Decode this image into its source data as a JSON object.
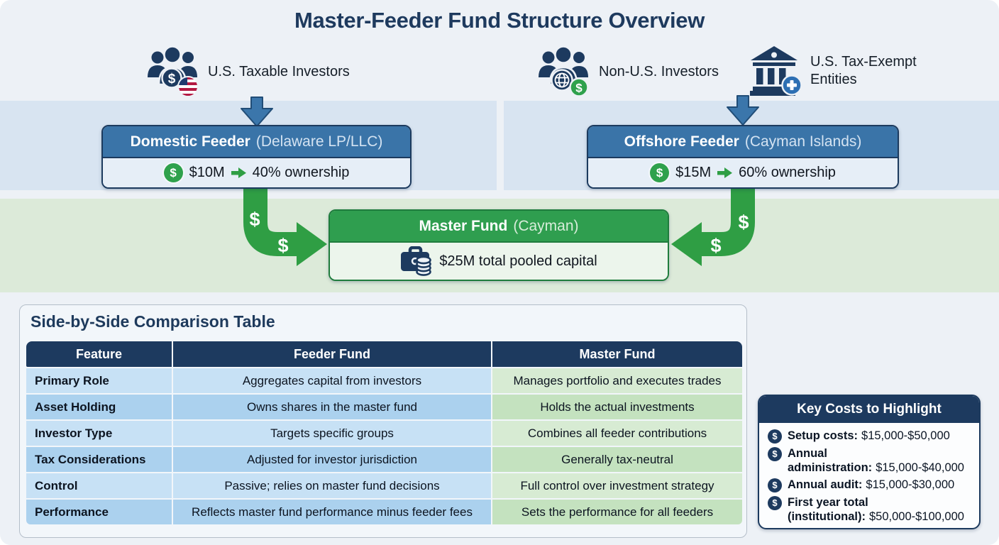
{
  "title": "Master-Feeder Fund Structure Overview",
  "symbols": {
    "dollar": "$"
  },
  "investors": [
    {
      "label": "U.S. Taxable Investors",
      "icon": "us-taxable-investors-icon"
    },
    {
      "label": "Non-U.S. Investors",
      "icon": "non-us-investors-icon"
    },
    {
      "label": "U.S. Tax-Exempt Entities",
      "icon": "us-tax-exempt-entities-icon"
    }
  ],
  "feeders": {
    "domestic": {
      "name": "Domestic Feeder",
      "jurisdiction": "(Delaware LP/LLC)",
      "contribution": "$10M",
      "ownership": "40% ownership"
    },
    "offshore": {
      "name": "Offshore Feeder",
      "jurisdiction": "(Cayman Islands)",
      "contribution": "$15M",
      "ownership": "60% ownership"
    }
  },
  "master_fund": {
    "name": "Master Fund",
    "jurisdiction": "(Cayman)",
    "capital": "$25M total pooled capital"
  },
  "comparison": {
    "title": "Side-by-Side Comparison Table",
    "headers": [
      "Feature",
      "Feeder Fund",
      "Master Fund"
    ],
    "rows": [
      {
        "feature": "Primary Role",
        "feeder": "Aggregates capital from investors",
        "master": "Manages portfolio and executes trades"
      },
      {
        "feature": "Asset Holding",
        "feeder": "Owns shares in the master fund",
        "master": "Holds the actual investments"
      },
      {
        "feature": "Investor Type",
        "feeder": "Targets specific groups",
        "master": "Combines all feeder contributions"
      },
      {
        "feature": "Tax Considerations",
        "feeder": "Adjusted for investor jurisdiction",
        "master": "Generally tax-neutral"
      },
      {
        "feature": "Control",
        "feeder": "Passive; relies on master fund decisions",
        "master": "Full control over investment strategy"
      },
      {
        "feature": "Performance",
        "feeder": "Reflects master fund performance minus feeder fees",
        "master": "Sets the performance for all feeders"
      }
    ]
  },
  "key_costs": {
    "title": "Key Costs to Highlight",
    "items": [
      {
        "label": "Setup costs:",
        "value": "$15,000-$50,000"
      },
      {
        "label": "Annual administration:",
        "value": "$15,000-$40,000"
      },
      {
        "label": "Annual audit:",
        "value": "$15,000-$30,000"
      },
      {
        "label": "First year total (institutional):",
        "value": "$50,000-$100,000"
      }
    ]
  },
  "colors": {
    "navy": "#1d3a5f",
    "steel_blue": "#3a74a8",
    "green": "#2f9e4f",
    "band_blue": "#d8e4f1",
    "band_green": "#dcead9"
  }
}
